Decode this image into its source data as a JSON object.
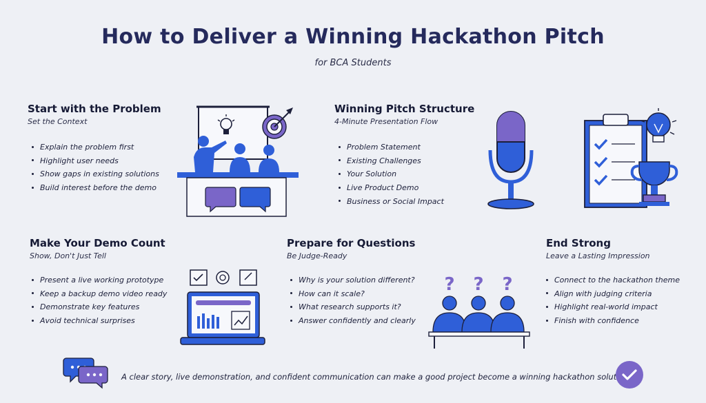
{
  "header": {
    "title": "How to Deliver a Winning Hackathon Pitch",
    "subtitle": "for BCA Students"
  },
  "sections": [
    {
      "id": "problem",
      "title": "Start with the Problem",
      "subtitle": "Set the Context",
      "bullets": [
        "Explain the problem first",
        "Highlight user needs",
        "Show gaps in existing solutions",
        "Build interest before the demo"
      ]
    },
    {
      "id": "structure",
      "title": "Winning Pitch Structure",
      "subtitle": "4-Minute Presentation Flow",
      "bullets": [
        "Problem Statement",
        "Existing Challenges",
        "Your Solution",
        "Live Product Demo",
        "Business or Social Impact"
      ]
    },
    {
      "id": "demo",
      "title": "Make Your Demo Count",
      "subtitle": "Show, Don't Just Tell",
      "bullets": [
        "Present a live working prototype",
        "Keep a backup demo video ready",
        "Demonstrate key features",
        "Avoid technical surprises"
      ]
    },
    {
      "id": "questions",
      "title": "Prepare for Questions",
      "subtitle": "Be Judge-Ready",
      "bullets": [
        "Why is your solution different?",
        "How can it scale?",
        "What research supports it?",
        "Answer confidently and clearly"
      ]
    },
    {
      "id": "end",
      "title": "End Strong",
      "subtitle": "Leave a Lasting Impression",
      "bullets": [
        "Connect to the hackathon theme",
        "Align with judging criteria",
        "Highlight real-world impact",
        "Finish with confidence"
      ]
    }
  ],
  "footer": {
    "text": "A clear story, live demonstration, and confident communication can make a good project become a winning hackathon solution."
  },
  "icons": {
    "classroom": "presentation-classroom-icon",
    "microphone": "microphone-icon",
    "checklist": "checklist-clipboard-icon",
    "laptop": "laptop-dashboard-icon",
    "judges": "judges-questions-icon",
    "chat": "chat-bubbles-icon",
    "check": "check-circle-icon"
  },
  "colors": {
    "primary_blue": "#2f5fd8",
    "purple": "#7a66c8",
    "navy": "#252a5c"
  }
}
